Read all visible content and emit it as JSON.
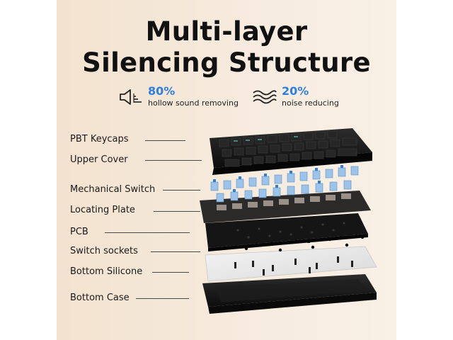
{
  "title_line1": "Multi-layer",
  "title_line2": "Silencing Structure",
  "stats": [
    {
      "value": "80%",
      "label": "hollow sound removing",
      "icon": "speaker-low-volume-icon"
    },
    {
      "value": "20%",
      "label": "noise reducing",
      "icon": "sound-waves-icon"
    }
  ],
  "layers": [
    {
      "label": "PBT Keycaps"
    },
    {
      "label": "Upper Cover"
    },
    {
      "label": "Mechanical Switch"
    },
    {
      "label": "Locating Plate"
    },
    {
      "label": "PCB"
    },
    {
      "label": "Switch sockets"
    },
    {
      "label": "Bottom Silicone"
    },
    {
      "label": "Bottom Case"
    }
  ],
  "colors": {
    "accent": "#2f7fe0",
    "title": "#111111",
    "background": "#f5e6d6"
  }
}
